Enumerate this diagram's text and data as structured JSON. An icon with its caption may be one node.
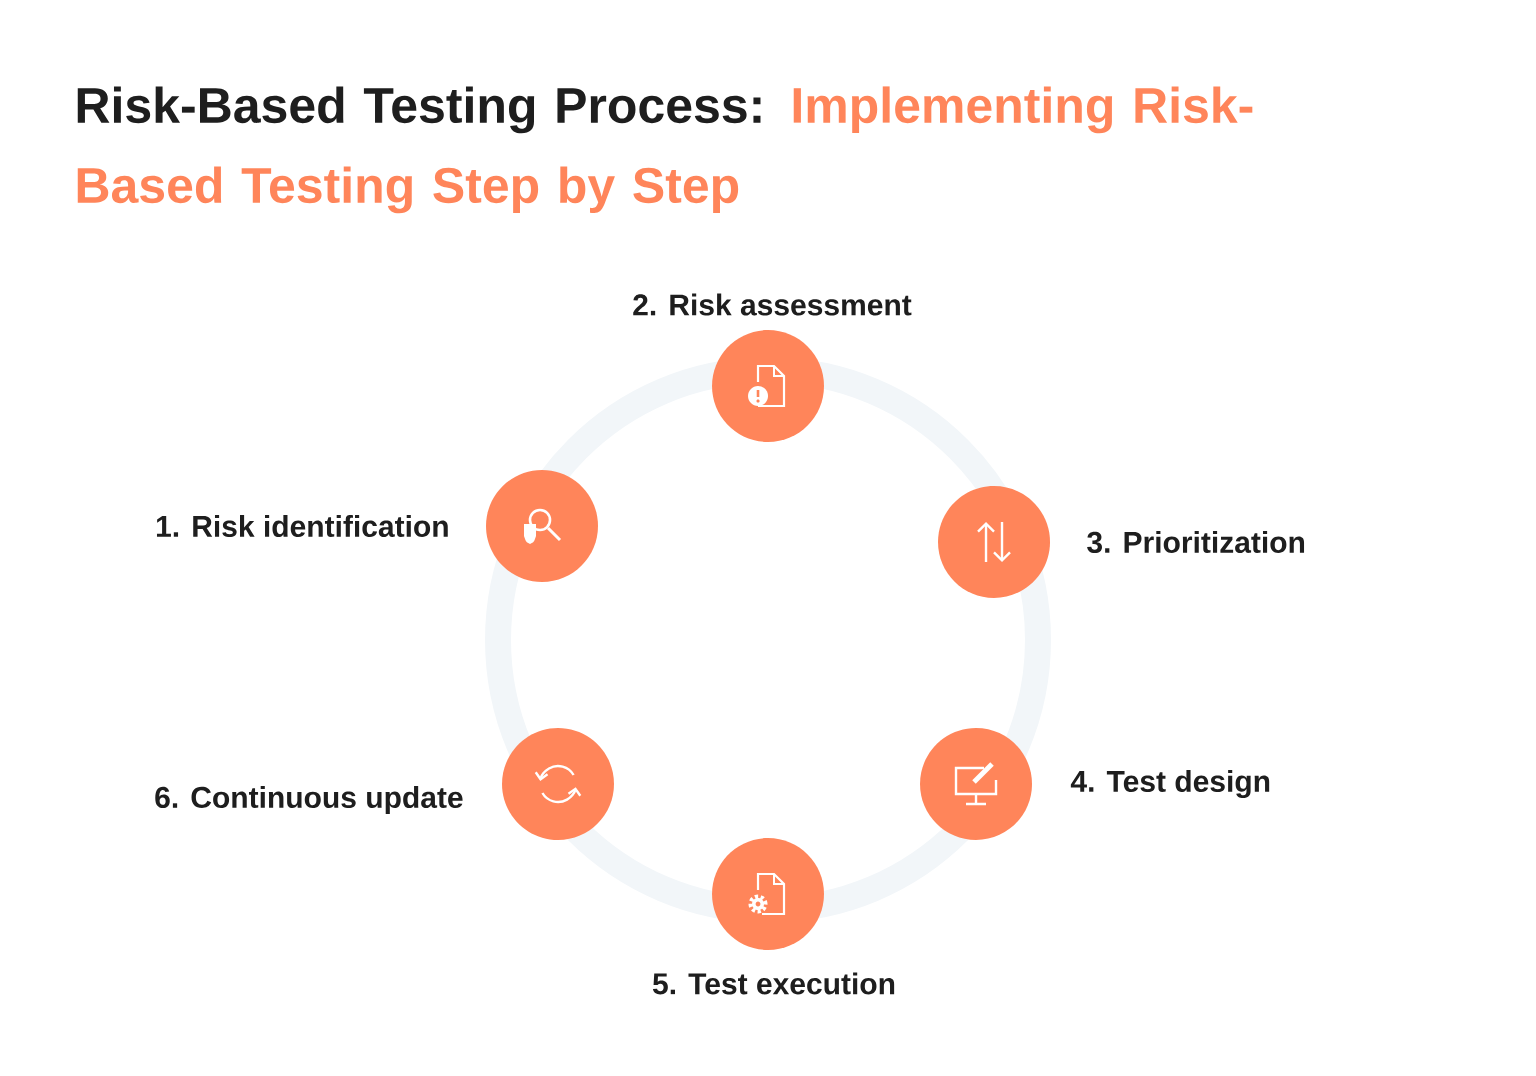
{
  "diagram": {
    "title": "Risk-Based Testing Process:",
    "nodes": [
      {
        "text": [],
        "shape": "circle",
        "beside": [
          "1. Risk identification"
        ]
      },
      {
        "text": [],
        "shape": "circle",
        "beside": [
          "2. Risk assessment"
        ]
      },
      {
        "text": [],
        "shape": "circle",
        "beside": [
          "3. Prioritization"
        ]
      },
      {
        "text": [],
        "shape": "circle",
        "beside": [
          "4. Test design"
        ]
      },
      {
        "text": [],
        "shape": "circle",
        "beside": [
          "5. Test execution"
        ]
      },
      {
        "text": [],
        "shape": "circle",
        "beside": [
          "6. Continuous update"
        ]
      }
    ],
    "labels": [
      "Implementing Risk-Based Testing Step by Step"
    ]
  }
}
